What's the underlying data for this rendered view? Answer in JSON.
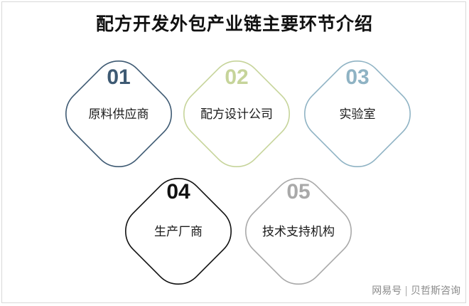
{
  "title": "配方开发外包产业链主要环节介绍",
  "nodes": [
    {
      "num": "01",
      "label": "原料供应商",
      "color": "#3e5a73"
    },
    {
      "num": "02",
      "label": "配方设计公司",
      "color": "#c6d49a"
    },
    {
      "num": "03",
      "label": "实验室",
      "color": "#8fb3c4"
    },
    {
      "num": "04",
      "label": "生产厂商",
      "color": "#111111"
    },
    {
      "num": "05",
      "label": "技术支持机构",
      "color": "#a9a9a9"
    }
  ],
  "watermark": {
    "left": "网易号",
    "right": "贝哲斯咨询"
  }
}
